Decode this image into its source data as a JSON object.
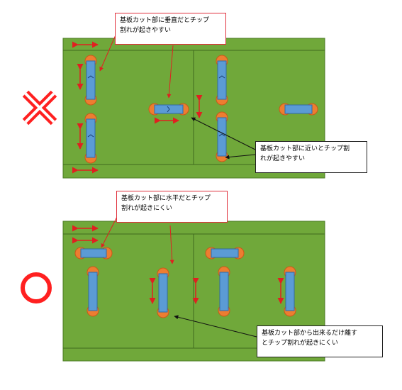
{
  "colors": {
    "board": "#70a83a",
    "board_border": "#4a7a23",
    "chip": "#5b9bd5",
    "pad": "#ed7d31",
    "arrow": "#e02020",
    "bad_mark": "#ff2020",
    "good_mark": "#ff2020"
  },
  "panels": [
    {
      "id": "bad",
      "mark": "×",
      "mark_icon": "cross-mark-icon",
      "notes": [
        "基板カット部に垂直だとチップ\n割れが起きやすい",
        "基板カット部に近いとチップ割\nれが起きやすい"
      ]
    },
    {
      "id": "good",
      "mark": "○",
      "mark_icon": "circle-mark-icon",
      "notes": [
        "基板カット部に水平だとチップ\n割れが起きにくい",
        "基板カット部から出来るだけ離す\nとチップ割れが起きにくい"
      ]
    }
  ]
}
